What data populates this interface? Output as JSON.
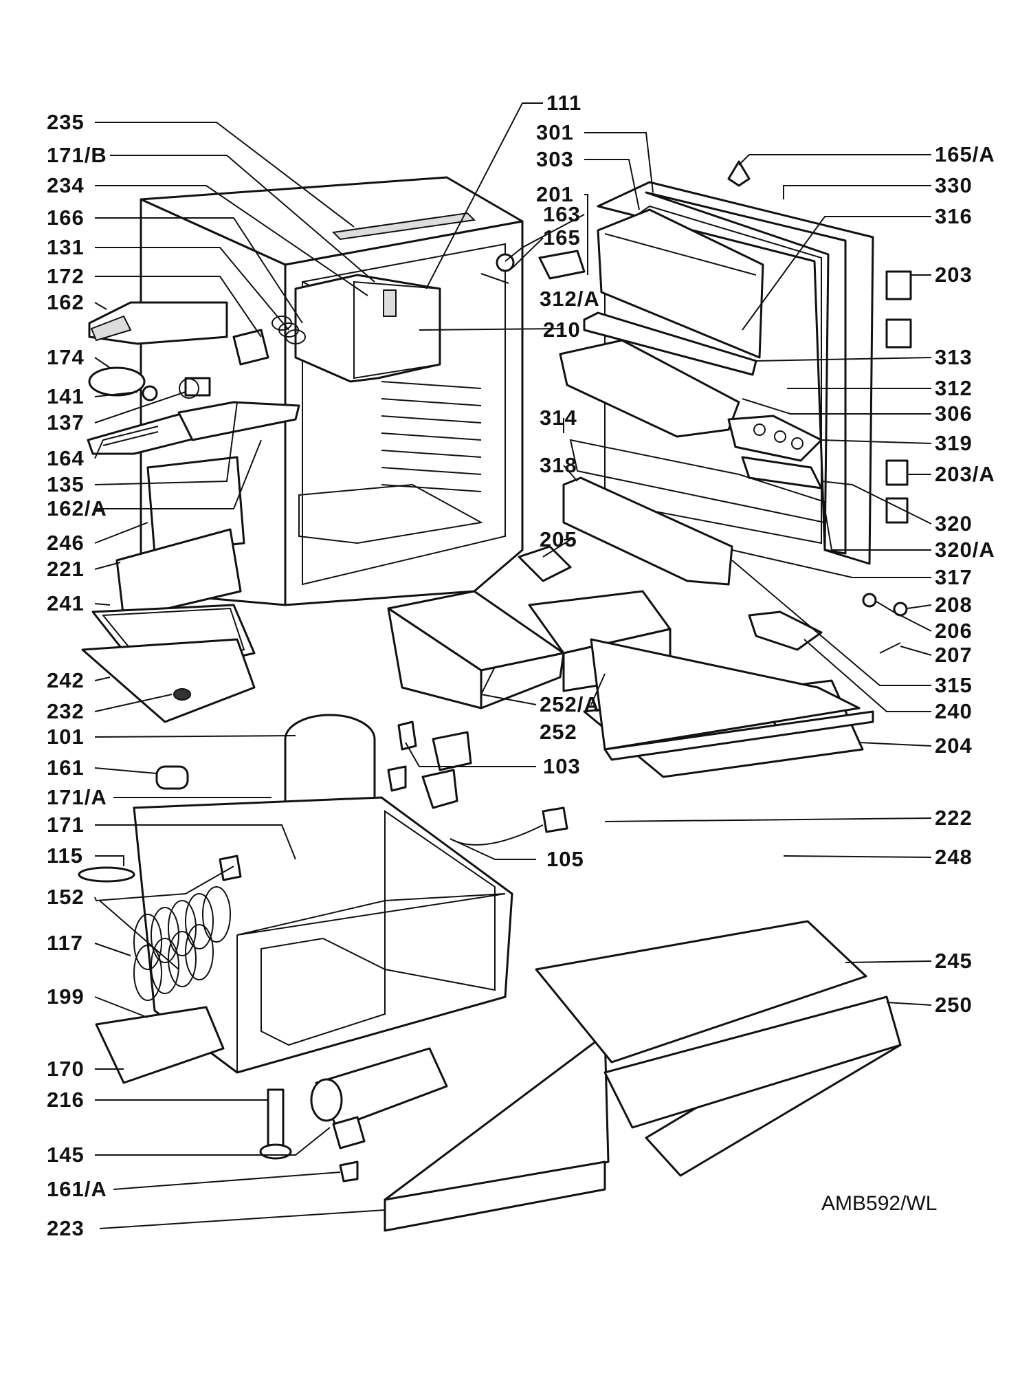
{
  "diagram": {
    "code": "AMB592/WL",
    "labels_left": [
      "235",
      "171/B",
      "234",
      "166",
      "131",
      "172",
      "162",
      "174",
      "141",
      "137",
      "164",
      "135",
      "162/A",
      "246",
      "221",
      "241",
      "242",
      "232",
      "101",
      "161",
      "171/A",
      "171",
      "115",
      "152",
      "117",
      "199",
      "170",
      "216",
      "145",
      "161/A",
      "223"
    ],
    "labels_center": [
      "111",
      "301",
      "303",
      "201",
      "163",
      "165",
      "312/A",
      "210",
      "314",
      "318",
      "205",
      "252/A",
      "252",
      "103",
      "105"
    ],
    "labels_right": [
      "165/A",
      "330",
      "316",
      "203",
      "313",
      "312",
      "306",
      "319",
      "203/A",
      "320",
      "320/A",
      "317",
      "208",
      "206",
      "207",
      "315",
      "240",
      "204",
      "222",
      "248",
      "245",
      "250"
    ]
  }
}
